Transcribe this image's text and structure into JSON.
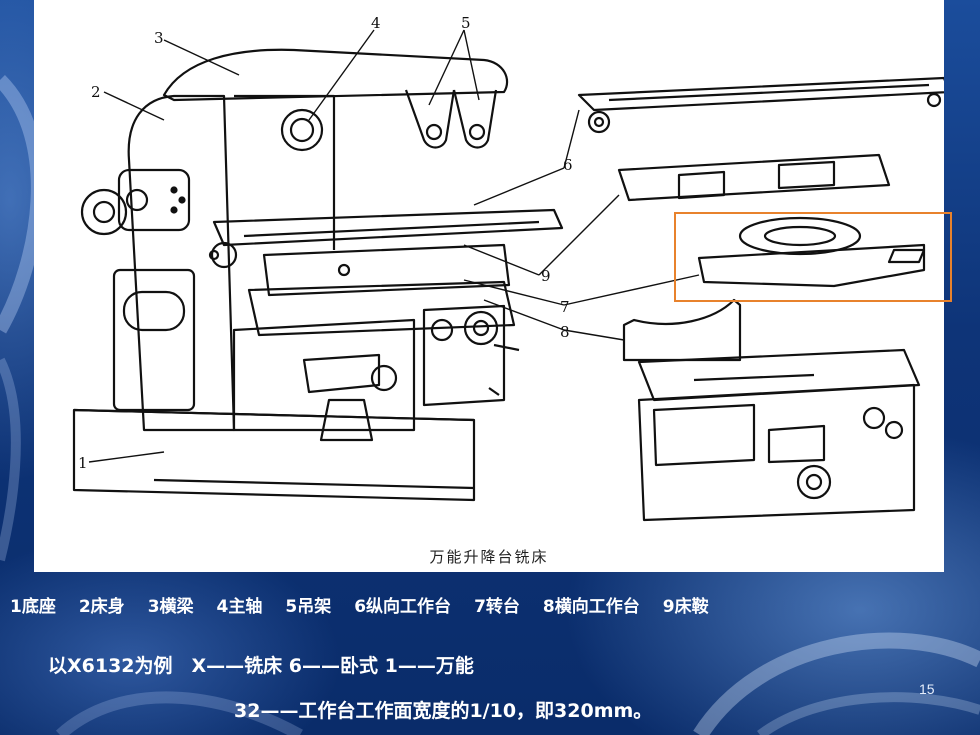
{
  "figure": {
    "caption": "万能升降台铣床",
    "part_numbers": [
      "1",
      "2",
      "3",
      "4",
      "5",
      "6",
      "7",
      "8",
      "9"
    ]
  },
  "legend": [
    "1底座",
    "2床身",
    "3横梁",
    "4主轴",
    "5吊架",
    "6纵向工作台",
    "7转台",
    "8横向工作台",
    "9床鞍"
  ],
  "example_line": "以X6132为例　X——铣床  6——卧式  1——万能",
  "width_line": "32——工作台工作面宽度的1/10，即320mm。",
  "page_number": "15",
  "colors": {
    "highlight": "#e8822c",
    "background": "#123a80"
  }
}
